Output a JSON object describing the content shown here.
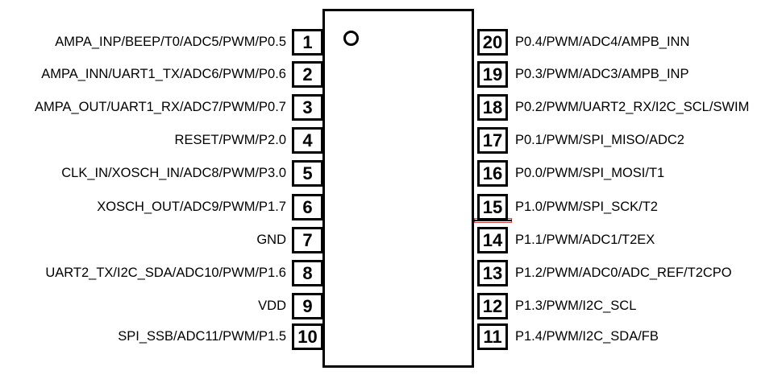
{
  "left_pins": [
    {
      "num": "1",
      "label": "AMPA_INP/BEEP/T0/ADC5/PWM/P0.5"
    },
    {
      "num": "2",
      "label": "AMPA_INN/UART1_TX/ADC6/PWM/P0.6"
    },
    {
      "num": "3",
      "label": "AMPA_OUT/UART1_RX/ADC7/PWM/P0.7"
    },
    {
      "num": "4",
      "label": "RESET/PWM/P2.0"
    },
    {
      "num": "5",
      "label": "CLK_IN/XOSCH_IN/ADC8/PWM/P3.0"
    },
    {
      "num": "6",
      "label": "XOSCH_OUT/ADC9/PWM/P1.7"
    },
    {
      "num": "7",
      "label": "GND"
    },
    {
      "num": "8",
      "label": "UART2_TX/I2C_SDA/ADC10/PWM/P1.6"
    },
    {
      "num": "9",
      "label": "VDD"
    },
    {
      "num": "10",
      "label": "SPI_SSB/ADC11/PWM/P1.5"
    }
  ],
  "right_pins": [
    {
      "num": "20",
      "label": "P0.4/PWM/ADC4/AMPB_INN"
    },
    {
      "num": "19",
      "label": "P0.3/PWM/ADC3/AMPB_INP"
    },
    {
      "num": "18",
      "label": "P0.2/PWM/UART2_RX/I2C_SCL/SWIM"
    },
    {
      "num": "17",
      "label": "P0.1/PWM/SPI_MISO/ADC2"
    },
    {
      "num": "16",
      "label": "P0.0/PWM/SPI_MOSI/T1"
    },
    {
      "num": "15",
      "label": "P1.0/PWM/SPI_SCK/T2"
    },
    {
      "num": "14",
      "label": "P1.1/PWM/ADC1/T2EX"
    },
    {
      "num": "13",
      "label": "P1.2/PWM/ADC0/ADC_REF/T2CPO"
    },
    {
      "num": "12",
      "label": "P1.3/PWM/I2C_SCL"
    },
    {
      "num": "11",
      "label": "P1.4/PWM/I2C_SDA/FB"
    }
  ]
}
